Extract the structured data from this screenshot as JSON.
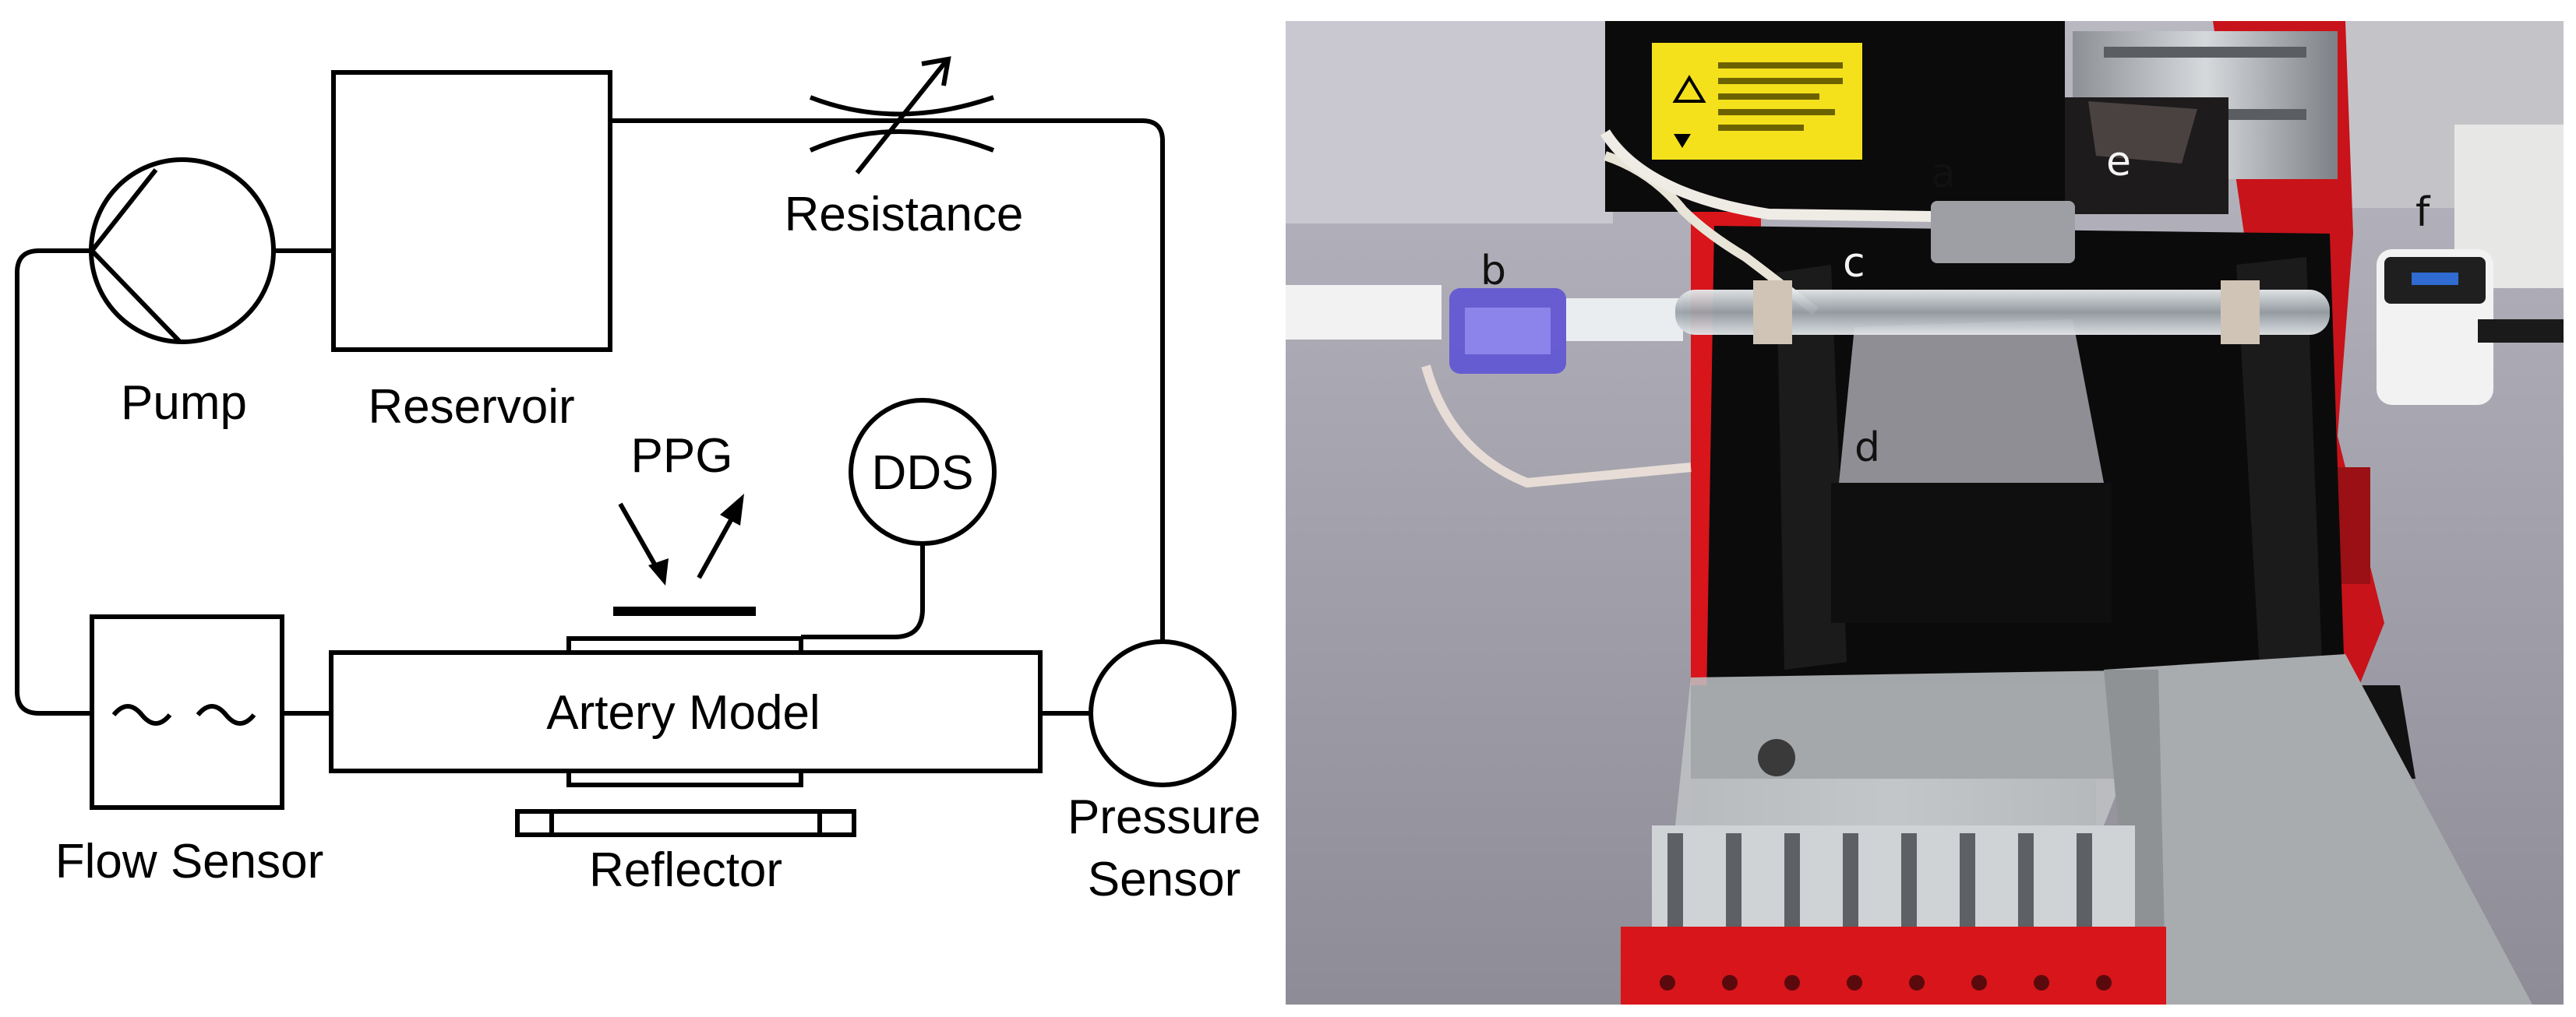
{
  "schematic": {
    "labels": {
      "pump": "Pump",
      "reservoir": "Reservoir",
      "resistance": "Resistance",
      "ppg": "PPG",
      "dds": "DDS",
      "artery_model": "Artery Model",
      "flow_sensor": "Flow Sensor",
      "reflector": "Reflector",
      "pressure_sensor_line1": "Pressure",
      "pressure_sensor_line2": "Sensor"
    },
    "flow_sensor_symbol": "~ ~"
  },
  "photo": {
    "markers": {
      "a": "a",
      "b": "b",
      "c": "c",
      "d": "d",
      "e": "e",
      "f": "f"
    },
    "colors": {
      "frame_red": "#d8151a",
      "housing_black": "#0b0b0b",
      "laser_yellow": "#f4e11c",
      "tube_blue": "#5b4fd6",
      "table_grey": "#9b9aa3",
      "rail_silver": "#bfc3c6"
    }
  }
}
